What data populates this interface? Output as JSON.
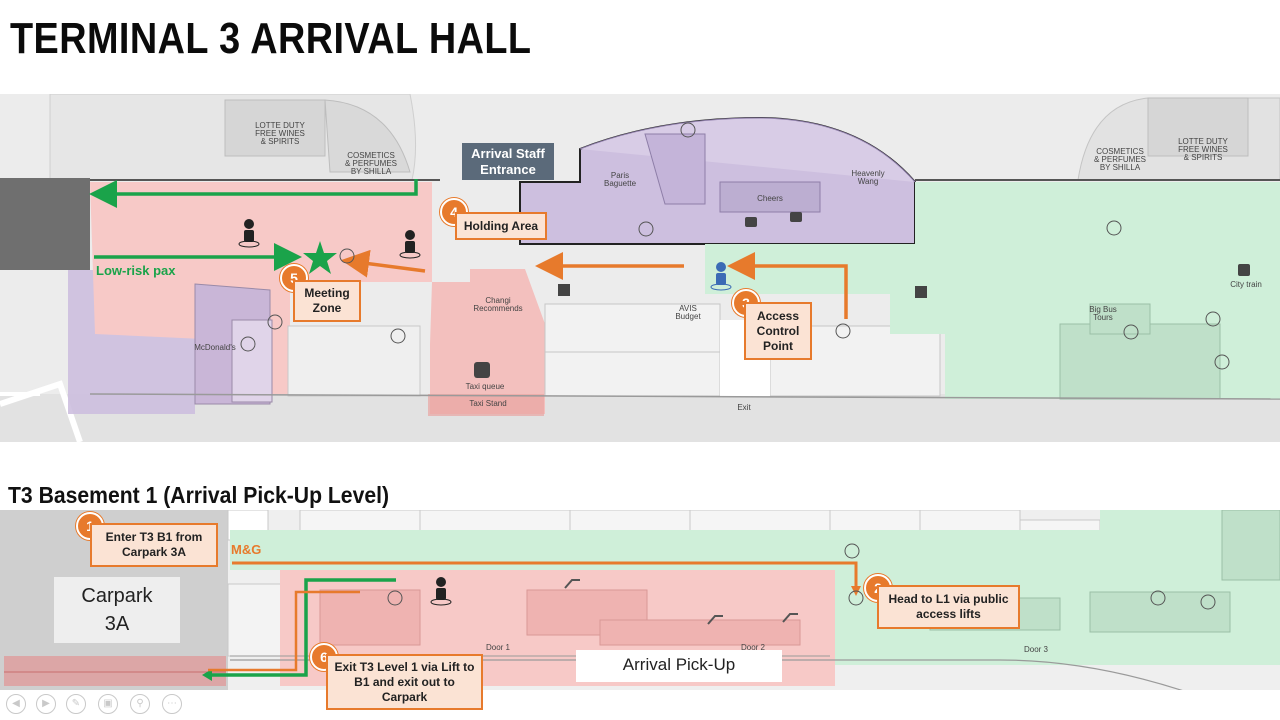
{
  "page": {
    "title": "TERMINAL 3 ARRIVAL HALL",
    "subtitle": "T3 Basement 1 (Arrival Pick-Up Level)"
  },
  "colors": {
    "accent_orange": "#e77a2c",
    "path_green": "#1aa34a",
    "zone_pink": "#f7c9c7",
    "zone_purple": "#cdbfdf",
    "zone_green": "#cfefd9",
    "callout_fill": "#fbe3d4",
    "staff_sign": "#5b6a7a"
  },
  "arrival_hall": {
    "staff_entrance": "Arrival Staff\nEntrance",
    "low_risk_label": "Low-risk pax",
    "shops": {
      "lotte_left": "LOTTE DUTY\nFREE WINES\n& SPIRITS",
      "shilla_left": "COSMETICS\n& PERFUMES\nBY SHILLA",
      "paris_baguette": "Paris\nBaguette",
      "cheers": "Cheers",
      "heavenly_wang": "Heavenly\nWang",
      "shilla_right": "COSMETICS\n& PERFUMES\nBY SHILLA",
      "lotte_right": "LOTTE DUTY\nFREE WINES\n& SPIRITS",
      "changi_recommends": "Changi\nRecommends",
      "mcdonalds": "McDonald's",
      "taxi_queue": "Taxi queue",
      "taxi_stand": "Taxi Stand",
      "avis": "AVIS\nBudget",
      "big_bus": "Big Bus\nTours",
      "city_train": "City train",
      "exit": "Exit"
    },
    "steps": [
      {
        "number": "4",
        "label": "Holding Area"
      },
      {
        "number": "5",
        "label": "Meeting\nZone"
      },
      {
        "number": "3",
        "label": "Access\nControl\nPoint"
      }
    ]
  },
  "basement": {
    "carpark": "Carpark\n3A",
    "pickup": "Arrival Pick-Up",
    "mg_label": "M&G",
    "doors": [
      "Door 1",
      "Door 2",
      "Door 3"
    ],
    "steps": [
      {
        "number": "1",
        "label": "Enter T3 B1 from\nCarpark 3A"
      },
      {
        "number": "2",
        "label": "Head to L1 via public\naccess lifts"
      },
      {
        "number": "6",
        "label": "Exit T3 Level 1 via Lift to\nB1 and exit out to\nCarpark"
      }
    ]
  },
  "slideshow_controls": [
    "prev-icon",
    "next-icon",
    "pen-icon",
    "pages-icon",
    "zoom-icon",
    "more-icon"
  ]
}
